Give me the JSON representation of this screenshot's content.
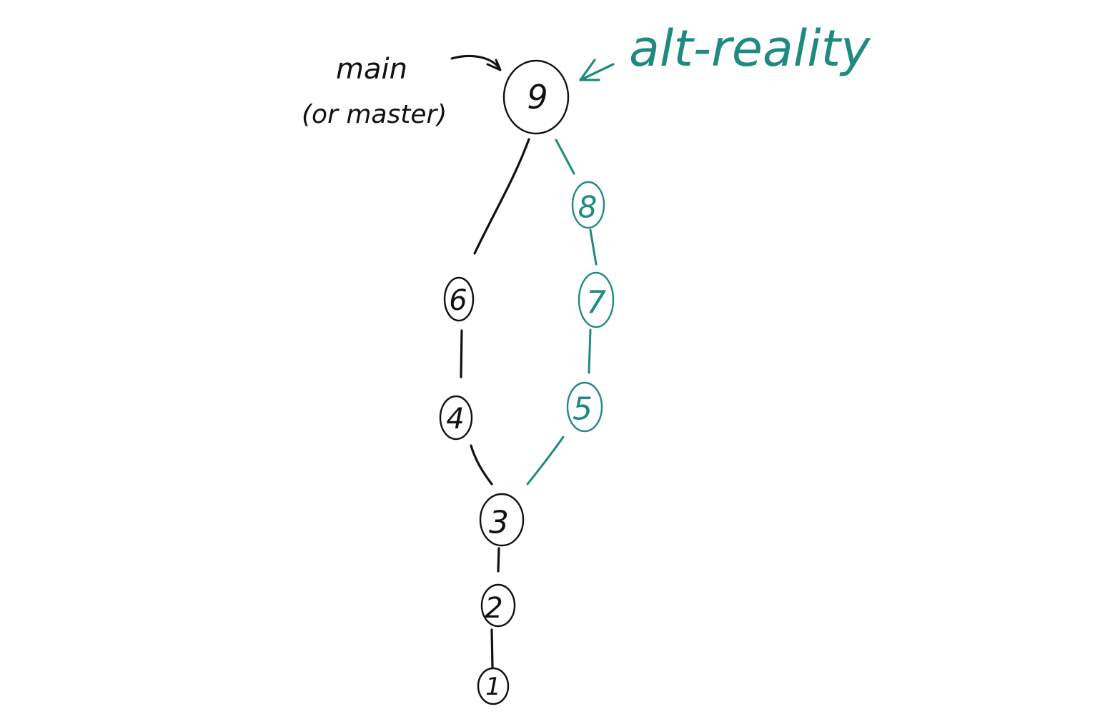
{
  "colors": {
    "main_ink": "#111111",
    "alt_ink": "#1f8a80"
  },
  "labels": {
    "main_branch_line1": "main",
    "main_branch_line2": "(or master)",
    "alt_branch": "alt-reality"
  },
  "commits": [
    {
      "id": "1",
      "label": "1",
      "branch": "main"
    },
    {
      "id": "2",
      "label": "2",
      "branch": "main"
    },
    {
      "id": "3",
      "label": "3",
      "branch": "main"
    },
    {
      "id": "4",
      "label": "4",
      "branch": "main"
    },
    {
      "id": "6",
      "label": "6",
      "branch": "main"
    },
    {
      "id": "5",
      "label": "5",
      "branch": "alt-reality"
    },
    {
      "id": "7",
      "label": "7",
      "branch": "alt-reality"
    },
    {
      "id": "8",
      "label": "8",
      "branch": "alt-reality"
    },
    {
      "id": "9",
      "label": "9",
      "branch": "merge"
    }
  ],
  "edges": [
    {
      "from": "1",
      "to": "2",
      "branch": "main"
    },
    {
      "from": "2",
      "to": "3",
      "branch": "main"
    },
    {
      "from": "3",
      "to": "4",
      "branch": "main"
    },
    {
      "from": "4",
      "to": "6",
      "branch": "main"
    },
    {
      "from": "6",
      "to": "9",
      "branch": "main"
    },
    {
      "from": "3",
      "to": "5",
      "branch": "alt-reality"
    },
    {
      "from": "5",
      "to": "7",
      "branch": "alt-reality"
    },
    {
      "from": "7",
      "to": "8",
      "branch": "alt-reality"
    },
    {
      "from": "8",
      "to": "9",
      "branch": "alt-reality"
    }
  ]
}
